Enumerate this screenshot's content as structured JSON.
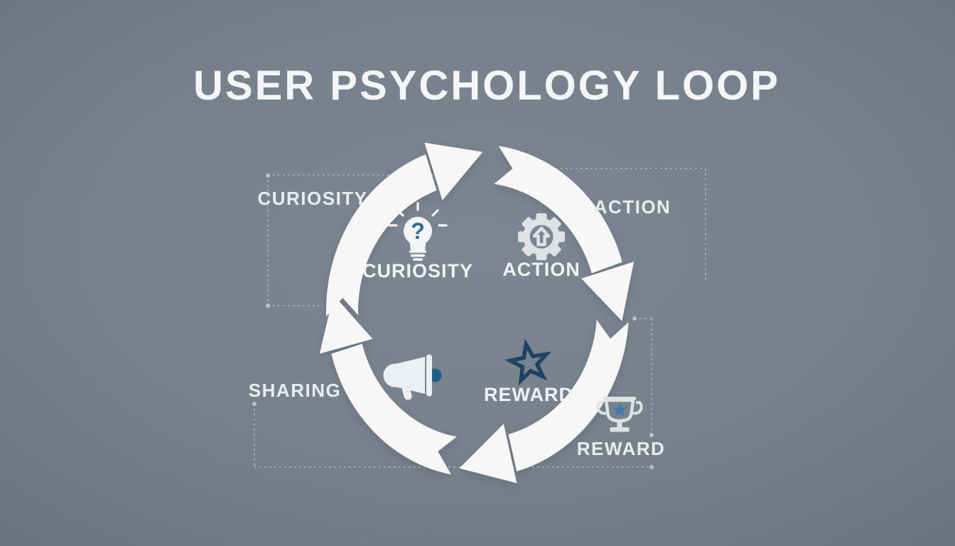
{
  "title": "USER PSYCHOLOGY LOOP",
  "diagram": {
    "type": "cycle-loop",
    "direction": "clockwise",
    "stages": [
      {
        "id": "curiosity",
        "inner_label": "CURIOSITY",
        "outer_label": "CURIOSITY",
        "icon": "lightbulb-question-icon",
        "icon_glyph": "?"
      },
      {
        "id": "action",
        "inner_label": "ACTION",
        "outer_label": "ACTION",
        "icon": "gear-up-arrow-icon"
      },
      {
        "id": "reward",
        "inner_label": "REWARD",
        "outer_label": "REWARD",
        "icon": "star-outline-icon",
        "outer_icon": "trophy-star-icon"
      },
      {
        "id": "sharing",
        "inner_label": "",
        "outer_label": "SHARING",
        "icon": "megaphone-icon"
      }
    ]
  },
  "colors": {
    "background": "#76808b",
    "ring_white": "#f6f7f6",
    "icon_light": "#dee2e5",
    "accent_blue": "#2d6f9b",
    "dark_navy_star": "#1d4361",
    "trophy_star_blue": "#3e79ad",
    "megaphone_dot_blue": "#1c5f8a",
    "label_text": "#eef1f3"
  }
}
